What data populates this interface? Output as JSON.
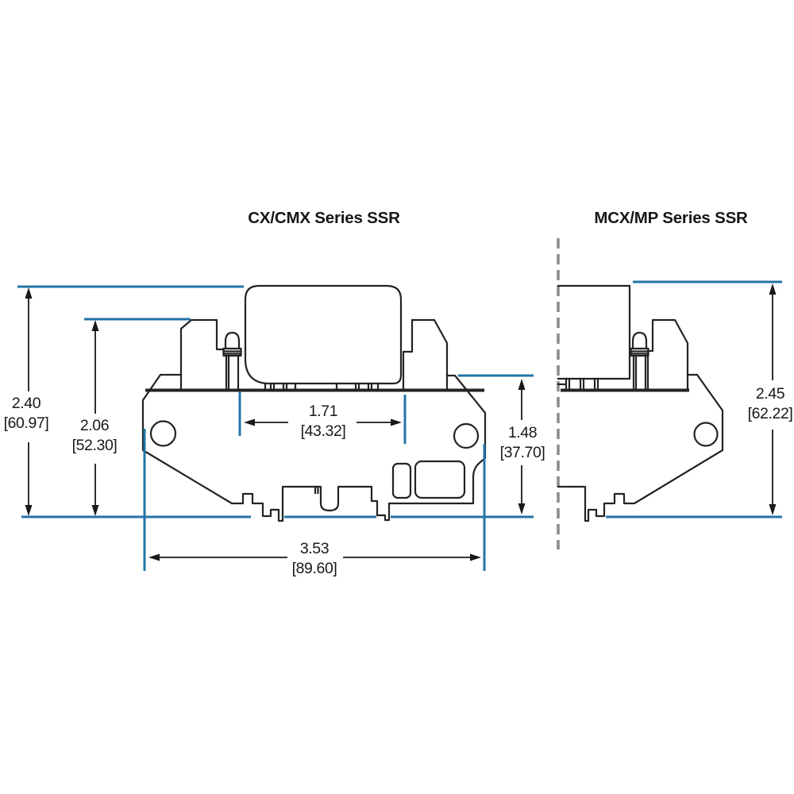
{
  "page": {
    "background": "#ffffff"
  },
  "views": {
    "cx": {
      "title": "CX/CMX Series SSR"
    },
    "mcx": {
      "title": "MCX/MP Series SSR"
    }
  },
  "dimensions": {
    "cx_overall_height": {
      "inches": "2.40",
      "millimeters": "[60.97]"
    },
    "cx_terminal_height": {
      "inches": "2.06",
      "millimeters": "[52.30]"
    },
    "cx_center_width": {
      "inches": "1.71",
      "millimeters": "[43.32]"
    },
    "cx_base_height": {
      "inches": "1.48",
      "millimeters": "[37.70]"
    },
    "cx_overall_width": {
      "inches": "3.53",
      "millimeters": "[89.60]"
    },
    "mcx_overall_height": {
      "inches": "2.45",
      "millimeters": "[62.22]"
    }
  },
  "colors": {
    "dimension_extension_line": "#2374a6",
    "outline": "#232323",
    "divider_dash": "#8d8d8d",
    "text": "#17191d"
  }
}
